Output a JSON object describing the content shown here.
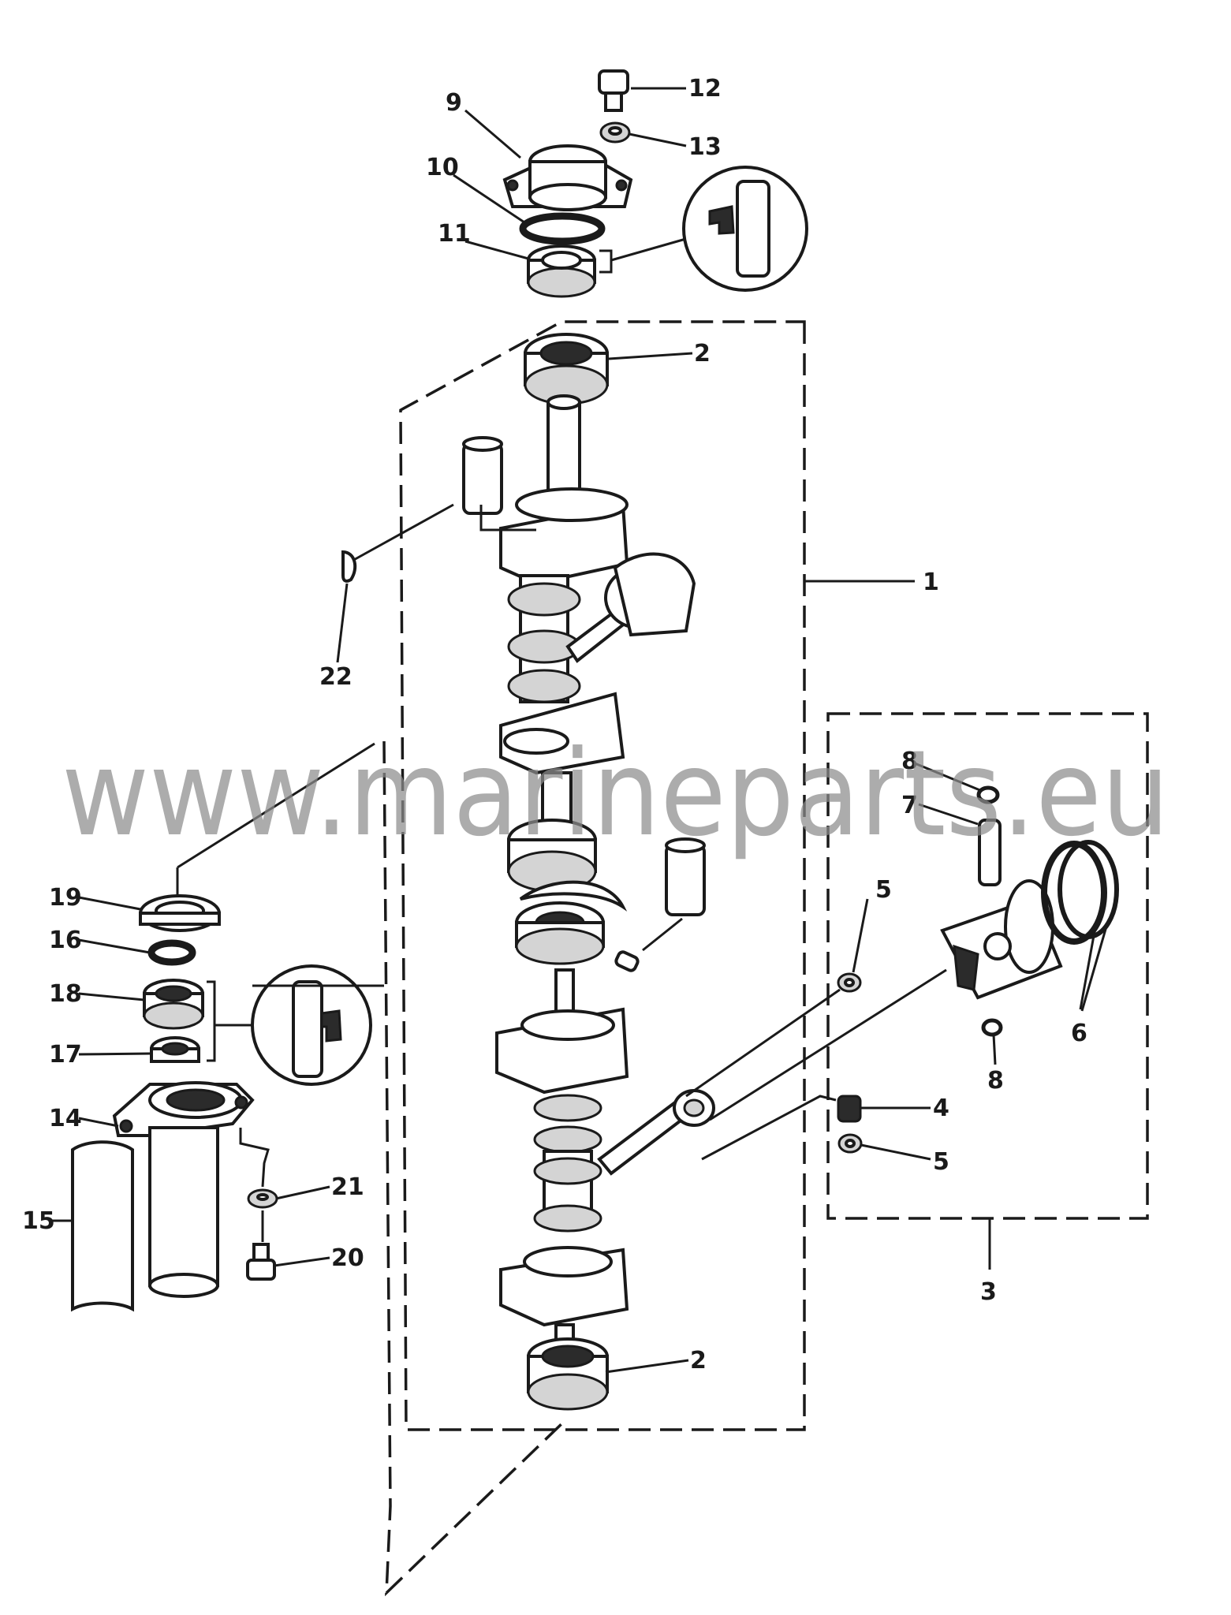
{
  "diagram": {
    "type": "exploded parts diagram",
    "callouts": [
      {
        "id": "c1",
        "text": "1"
      },
      {
        "id": "c2a",
        "text": "2"
      },
      {
        "id": "c2b",
        "text": "2"
      },
      {
        "id": "c3",
        "text": "3"
      },
      {
        "id": "c4",
        "text": "4"
      },
      {
        "id": "c5a",
        "text": "5"
      },
      {
        "id": "c5b",
        "text": "5"
      },
      {
        "id": "c6",
        "text": "6"
      },
      {
        "id": "c7",
        "text": "7"
      },
      {
        "id": "c8a",
        "text": "8"
      },
      {
        "id": "c8b",
        "text": "8"
      },
      {
        "id": "c9",
        "text": "9"
      },
      {
        "id": "c10",
        "text": "10"
      },
      {
        "id": "c11",
        "text": "11"
      },
      {
        "id": "c12",
        "text": "12"
      },
      {
        "id": "c13",
        "text": "13"
      },
      {
        "id": "c14",
        "text": "14"
      },
      {
        "id": "c15",
        "text": "15"
      },
      {
        "id": "c16",
        "text": "16"
      },
      {
        "id": "c17",
        "text": "17"
      },
      {
        "id": "c18",
        "text": "18"
      },
      {
        "id": "c19",
        "text": "19"
      },
      {
        "id": "c20",
        "text": "20"
      },
      {
        "id": "c21",
        "text": "21"
      },
      {
        "id": "c22",
        "text": "22"
      }
    ]
  },
  "watermark": "www.marineparts.eu"
}
